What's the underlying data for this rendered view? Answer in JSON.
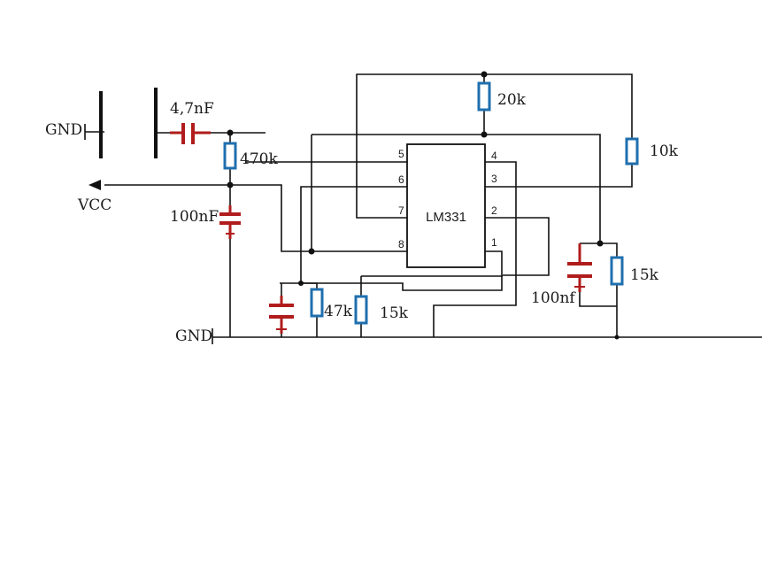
{
  "colors": {
    "wire": "#111111",
    "capacitor": "#b01c1c",
    "resistor": "#1f6fae",
    "background": "#ffffff"
  },
  "ic": {
    "name": "LM331",
    "pins": [
      "5",
      "6",
      "7",
      "8",
      "4",
      "3",
      "2",
      "1"
    ]
  },
  "labels": {
    "gnd_top": "GND",
    "gnd_bottom": "GND",
    "vcc": "VCC",
    "cap_input": "4,7nF",
    "cap_vcc": "100nF",
    "cap_right": "100nf",
    "r_470k": "470k",
    "r_20k": "20k",
    "r_10k": "10k",
    "r_47k": "47k",
    "r_15k_left": "15k",
    "r_15k_right": "15k"
  }
}
